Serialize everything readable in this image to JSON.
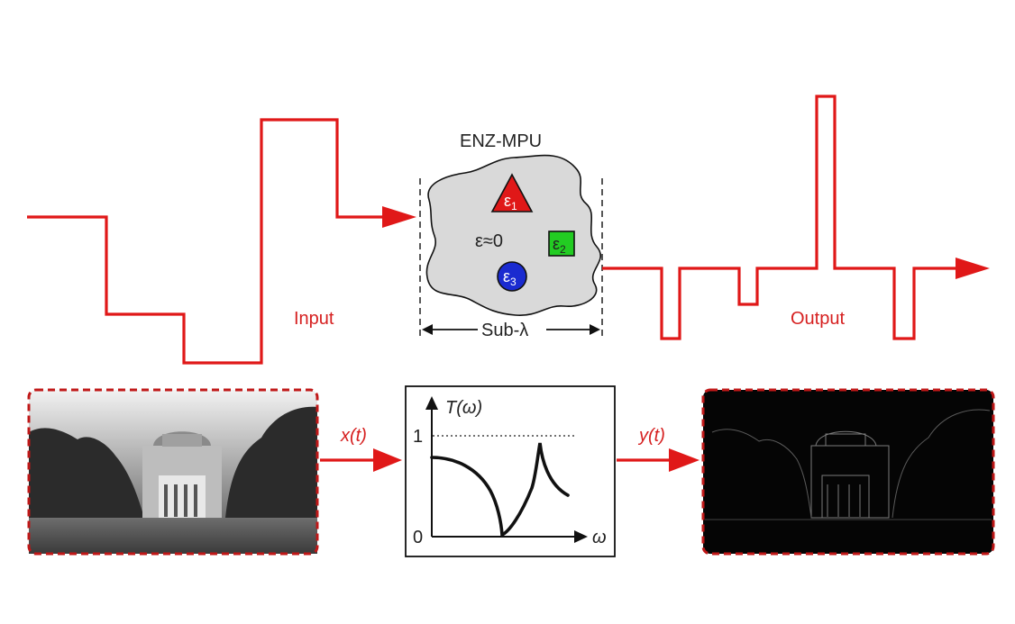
{
  "top": {
    "device_title": "ENZ-MPU",
    "epsilon_zero": "ε≈0",
    "eps1": {
      "symbol": "ε",
      "sub": "1"
    },
    "eps2": {
      "symbol": "ε",
      "sub": "2"
    },
    "eps3": {
      "symbol": "ε",
      "sub": "3"
    },
    "size_label": "Sub-λ",
    "input_label": "Input",
    "output_label": "Output"
  },
  "bottom": {
    "x_label": "x(t)",
    "y_label": "y(t)",
    "plot": {
      "ylabel": "T(ω)",
      "xlabel": "ω",
      "tick_one": "1",
      "tick_zero": "0"
    }
  },
  "colors": {
    "signal": "#e01818",
    "eps1": "#e01818",
    "eps2": "#22cc22",
    "eps3": "#1a2bd0",
    "blob": "#d9d9d9"
  }
}
